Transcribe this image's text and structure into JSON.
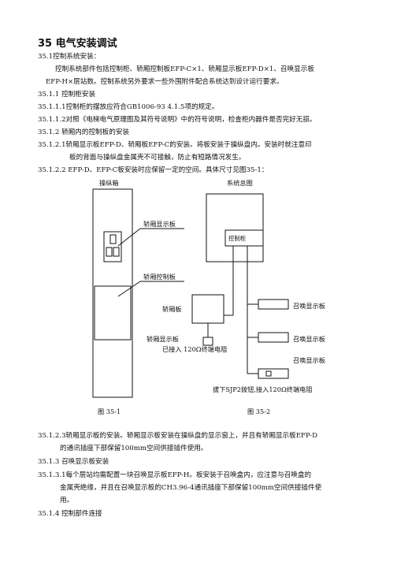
{
  "heading": "35 电气安装调试",
  "lines": [
    "35.1控制系统安装：",
    "控制系统部件包括控制柜、轿厢控制板EFP-C×1、轿厢显示板EFP-D×1、召唤显示板",
    "EFP-H×层站数。控制系统另外要求一些外围附件配合系统达到设计运行要求。",
    "35.1.1  控制柜安装",
    "35.1.1.1控制柜的摆放应符合GB1006-93 4.1.5项的规定。",
    "35.1.1.2对照《电梯电气原理图及其符号说明》中的符号说明，检查柜内器件是否完好无损。",
    "35.1.2  轿厢内的控制板的安装",
    "35.1.2.1轿厢显示板EFP-D、轿厢板EFP-C的安装。将板安装于操纵盘内。安装时就注意印",
    "板的背面与操纵盘金属壳不可接触，防止有短路情况发生。",
    "35.1.2.2 EFP-D、EFP-C板安装时应保留一定的空间。具体尺寸见图35-1："
  ],
  "fig1": {
    "title": "操纵箱",
    "label_display": "轿厢显示板",
    "label_control": "轿厢控制板",
    "caption": "图 35-1"
  },
  "fig2": {
    "title": "系统总图",
    "cabinet": "控制柜",
    "car_board": "轿厢板",
    "car_display": "轿厢显示板",
    "car_display_note": "已接入 120Ω终端电阻",
    "call_display_1": "召唤显示板",
    "call_display_2": "召唤显示板",
    "call_display_3": "召唤显示板",
    "call_note": "拔下SJP2拨钮,接入120Ω终端电阻",
    "caption": "图 35-2"
  },
  "lines_after": [
    "35.1.2.3轿厢显示板的安装。轿厢显示板安装在操纵盘的显示窗上，并且有轿厢显示板EFP-D",
    "的通讯插座下部保留100mm空间供接插件使用。",
    "35.1.3   召唤显示板安装",
    "35.1.3.1每个层站均需配置一块召唤显示板EFP-H。板安装于召唤盒内，应注意与召唤盒的",
    "金属壳绝缘，并且在召唤显示板的CH3.96-4通讯插座下部保留100mm空间供接插件使",
    "用。",
    "35.1.4   控制部件连接"
  ]
}
